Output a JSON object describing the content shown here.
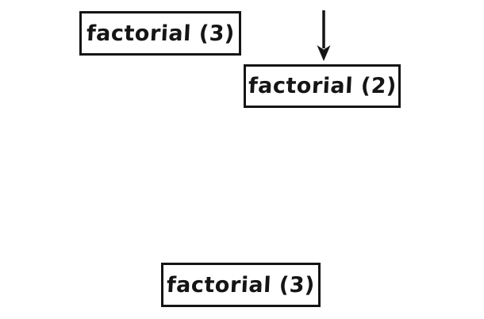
{
  "diagram": {
    "background_color": "#ffffff",
    "ink_color": "#151515",
    "boxes": [
      {
        "id": "call-factorial-3-top",
        "label": "factorial (3)"
      },
      {
        "id": "call-factorial-2",
        "label": "factorial (2)"
      },
      {
        "id": "call-factorial-3-bottom",
        "label": "factorial (3)"
      }
    ],
    "arrow": {
      "icon": "down-arrow-icon",
      "direction": "down",
      "points_to": "call-factorial-2"
    }
  }
}
